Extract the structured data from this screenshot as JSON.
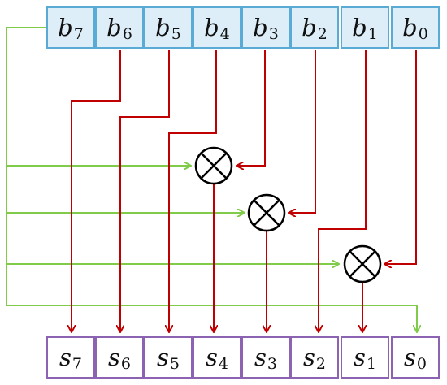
{
  "input_register": {
    "bits": [
      {
        "sym": "b",
        "sub": "7"
      },
      {
        "sym": "b",
        "sub": "6"
      },
      {
        "sym": "b",
        "sub": "5"
      },
      {
        "sym": "b",
        "sub": "4"
      },
      {
        "sym": "b",
        "sub": "3"
      },
      {
        "sym": "b",
        "sub": "2"
      },
      {
        "sym": "b",
        "sub": "1"
      },
      {
        "sym": "b",
        "sub": "0"
      }
    ]
  },
  "output_register": {
    "bits": [
      {
        "sym": "s",
        "sub": "7"
      },
      {
        "sym": "s",
        "sub": "6"
      },
      {
        "sym": "s",
        "sub": "5"
      },
      {
        "sym": "s",
        "sub": "4"
      },
      {
        "sym": "s",
        "sub": "3"
      },
      {
        "sym": "s",
        "sub": "2"
      },
      {
        "sym": "s",
        "sub": "1"
      },
      {
        "sym": "s",
        "sub": "0"
      }
    ]
  },
  "colors": {
    "input_border": "#5aaad6",
    "input_fill": "#ddeef8",
    "output_border": "#8c62b2",
    "data_wire": "#c00000",
    "feedback_wire": "#80cc4a",
    "xor_stroke": "#000000"
  },
  "xor_gates": [
    {
      "name": "xor-gate-1",
      "icon": "xor-circle-icon"
    },
    {
      "name": "xor-gate-2",
      "icon": "xor-circle-icon"
    },
    {
      "name": "xor-gate-3",
      "icon": "xor-circle-icon"
    }
  ]
}
